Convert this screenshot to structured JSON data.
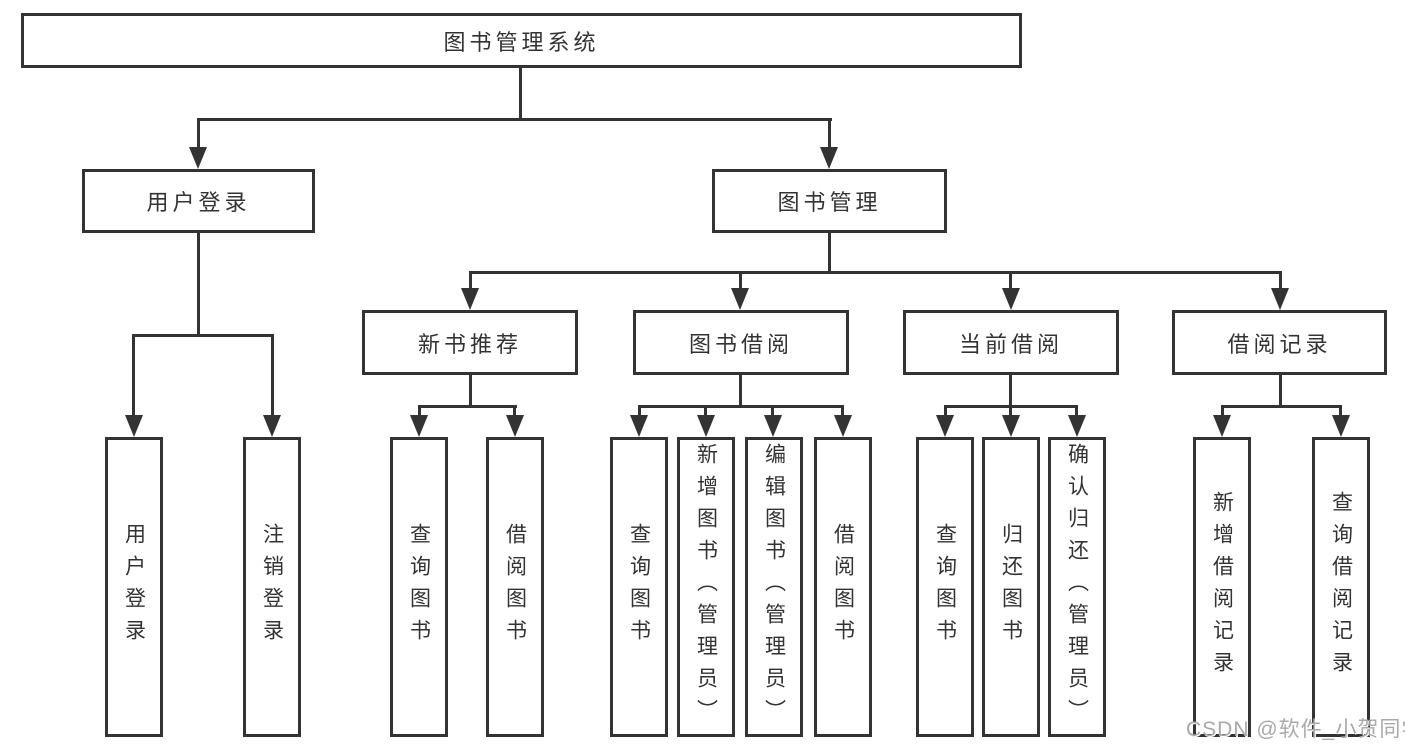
{
  "diagram_title": "图书管理系统",
  "colors": {
    "border": "#333333",
    "text": "#333333",
    "background": "#ffffff",
    "watermark": "#a9a9a9"
  },
  "tree": {
    "label": "图书管理系统",
    "children": [
      {
        "label": "用户登录",
        "children": [
          {
            "label": "用户登录"
          },
          {
            "label": "注销登录"
          }
        ]
      },
      {
        "label": "图书管理",
        "children": [
          {
            "label": "新书推荐",
            "children": [
              {
                "label": "查询图书"
              },
              {
                "label": "借阅图书"
              }
            ]
          },
          {
            "label": "图书借阅",
            "children": [
              {
                "label": "查询图书"
              },
              {
                "label": "新增图书（管理员）"
              },
              {
                "label": "编辑图书（管理员）"
              },
              {
                "label": "借阅图书"
              }
            ]
          },
          {
            "label": "当前借阅",
            "children": [
              {
                "label": "查询图书"
              },
              {
                "label": "归还图书"
              },
              {
                "label": "确认归还（管理员）"
              }
            ]
          },
          {
            "label": "借阅记录",
            "children": [
              {
                "label": "新增借阅记录"
              },
              {
                "label": "查询借阅记录"
              }
            ]
          }
        ]
      }
    ]
  },
  "watermark": {
    "text": "CSDN @软件_小贺同学"
  }
}
